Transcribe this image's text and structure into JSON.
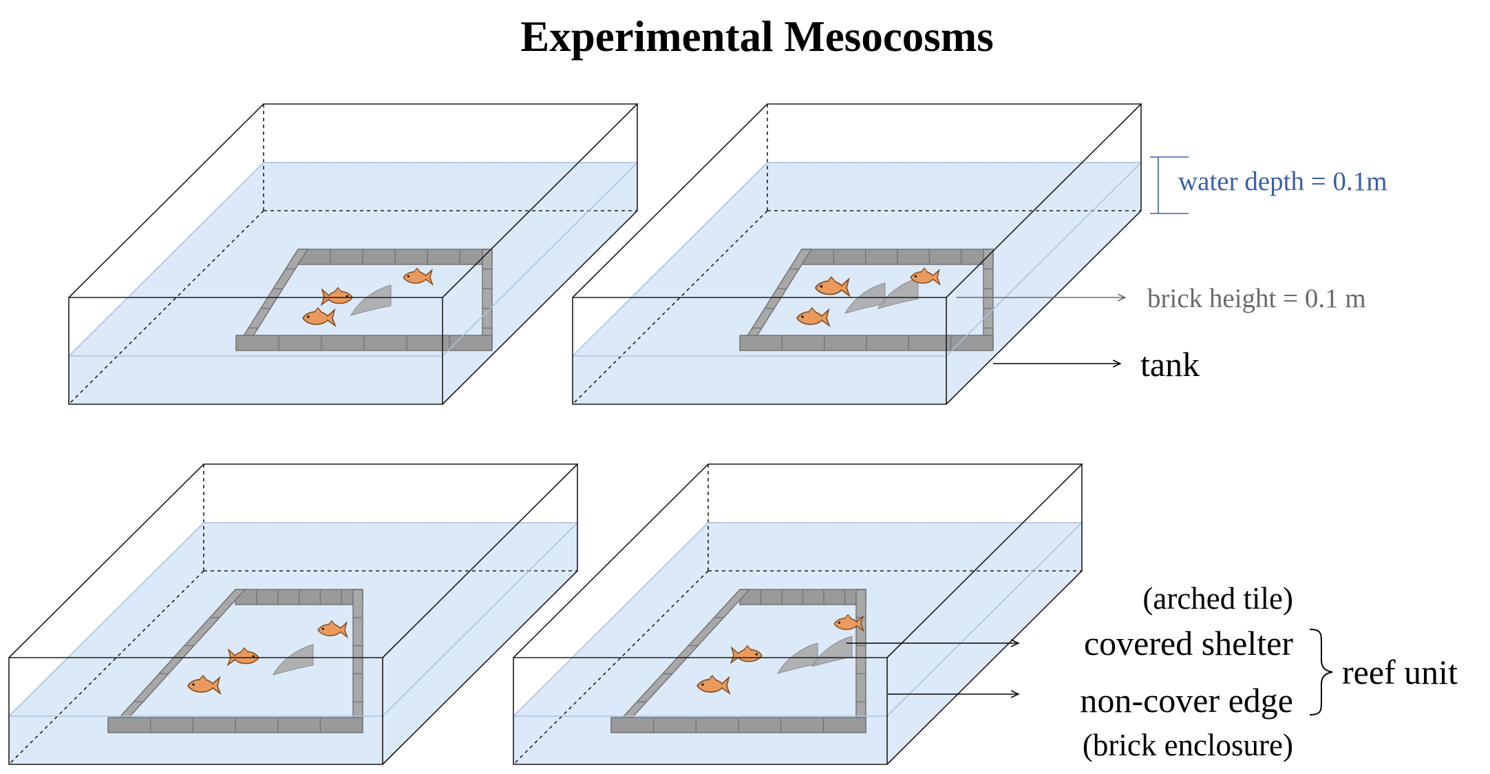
{
  "title": "Experimental Mesocosms",
  "annotations": {
    "water_depth": "water depth = 0.1m",
    "brick_height": "brick height = 0.1 m",
    "tank": "tank",
    "arched_tile": "(arched tile)",
    "covered_shelter": "covered shelter",
    "non_cover_edge": "non-cover edge",
    "brick_enclosure": "(brick enclosure)",
    "reef_unit": "reef unit"
  },
  "colors": {
    "water": "#dce9f8",
    "water_line": "#a9c3df",
    "brick": "#9a9a9a",
    "brick_top": "#a8a8a8",
    "tile": "#a6a6a6",
    "fish": "#e99a5c",
    "water_depth_label": "#3a5fa8",
    "brick_height_label": "#6a6a6a"
  },
  "tanks": [
    {
      "id": "top-left",
      "enclosure": "small",
      "shelter_tiles": 1,
      "fish_count": 3
    },
    {
      "id": "top-right",
      "enclosure": "small",
      "shelter_tiles": 2,
      "fish_count": 3
    },
    {
      "id": "bottom-left",
      "enclosure": "large",
      "shelter_tiles": 1,
      "fish_count": 3
    },
    {
      "id": "bottom-right",
      "enclosure": "large",
      "shelter_tiles": 2,
      "fish_count": 3
    }
  ]
}
